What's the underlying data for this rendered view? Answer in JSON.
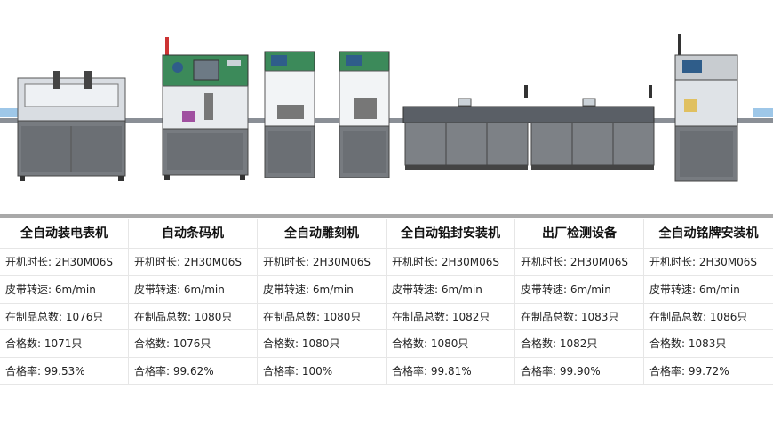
{
  "columns": [
    {
      "name": "全自动装电表机",
      "rows": [
        {
          "label": "开机时长:",
          "value": "2H30M06S"
        },
        {
          "label": "皮带转速:",
          "value": "6m/min"
        },
        {
          "label": "在制品总数:",
          "value": "1076只"
        },
        {
          "label": "合格数:",
          "value": "1071只"
        },
        {
          "label": "合格率:",
          "value": "99.53%"
        }
      ]
    },
    {
      "name": "自动条码机",
      "rows": [
        {
          "label": "开机时长:",
          "value": "2H30M06S"
        },
        {
          "label": "皮带转速:",
          "value": "6m/min"
        },
        {
          "label": "在制品总数:",
          "value": "1080只"
        },
        {
          "label": "合格数:",
          "value": "1076只"
        },
        {
          "label": "合格率:",
          "value": "99.62%"
        }
      ]
    },
    {
      "name": "全自动雕刻机",
      "rows": [
        {
          "label": "开机时长:",
          "value": "2H30M06S"
        },
        {
          "label": "皮带转速:",
          "value": "6m/min"
        },
        {
          "label": "在制品总数:",
          "value": "1080只"
        },
        {
          "label": "合格数:",
          "value": "1080只"
        },
        {
          "label": "合格率:",
          "value": "100%"
        }
      ]
    },
    {
      "name": "全自动铅封安装机",
      "rows": [
        {
          "label": "开机时长:",
          "value": "2H30M06S"
        },
        {
          "label": "皮带转速:",
          "value": "6m/min"
        },
        {
          "label": "在制品总数:",
          "value": "1082只"
        },
        {
          "label": "合格数:",
          "value": "1080只"
        },
        {
          "label": "合格率:",
          "value": "99.81%"
        }
      ]
    },
    {
      "name": "出厂检测设备",
      "rows": [
        {
          "label": "开机时长:",
          "value": "2H30M06S"
        },
        {
          "label": "皮带转速:",
          "value": "6m/min"
        },
        {
          "label": "在制品总数:",
          "value": "1083只"
        },
        {
          "label": "合格数:",
          "value": "1082只"
        },
        {
          "label": "合格率:",
          "value": "99.90%"
        }
      ]
    },
    {
      "name": "全自动铭牌安装机",
      "rows": [
        {
          "label": "开机时长:",
          "value": "2H30M06S"
        },
        {
          "label": "皮带转速:",
          "value": "6m/min"
        },
        {
          "label": "在制品总数:",
          "value": "1086只"
        },
        {
          "label": "合格数:",
          "value": "1083只"
        },
        {
          "label": "合格率:",
          "value": "99.72%"
        }
      ]
    }
  ],
  "colors": {
    "machine_body": "#7d7d7d",
    "frame": "#555555",
    "panel": "#3c8a5a",
    "belt": "#9ec7e8",
    "screen": "#2f5d8a"
  }
}
